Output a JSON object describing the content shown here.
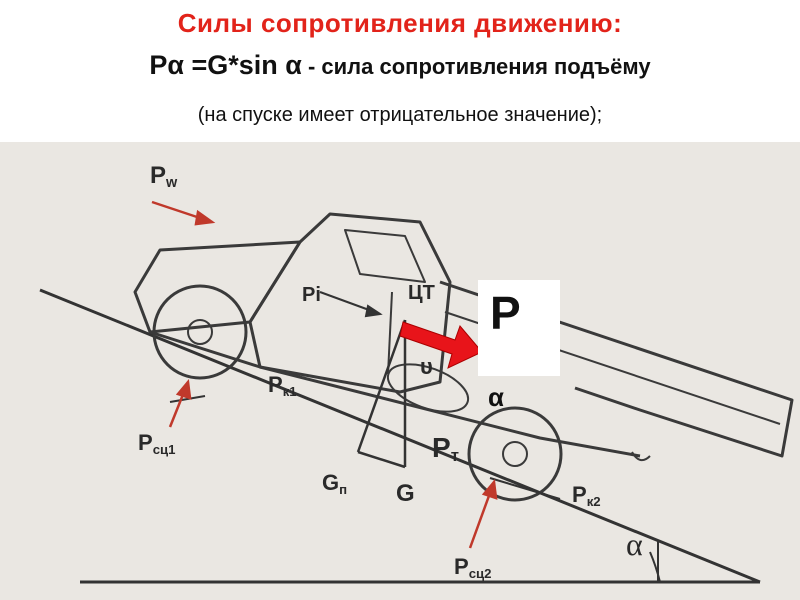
{
  "header": {
    "title": "Силы сопротивления движению:",
    "formula": "Pα =G*sin α",
    "formula_desc": " - сила сопротивления подъёму",
    "note": "(на спуске имеет отрицательное значение);"
  },
  "diagram": {
    "labels": {
      "pw": "P",
      "pw_sub": "w",
      "pi": "Pi",
      "ct": "ЦТ",
      "pk1": "P",
      "pk1_sub": "к1",
      "psc1": "P",
      "psc1_sub": "сц1",
      "gp": "G",
      "gp_sub": "п",
      "g": "G",
      "pt": "P",
      "pt_sub": "т",
      "pk2": "P",
      "pk2_sub": "к2",
      "psc2": "P",
      "psc2_sub": "сц2",
      "alpha": "α",
      "v": "υ"
    },
    "highlight": {
      "main": "P",
      "sub": "α",
      "arrow_color": "#e8141a"
    }
  }
}
